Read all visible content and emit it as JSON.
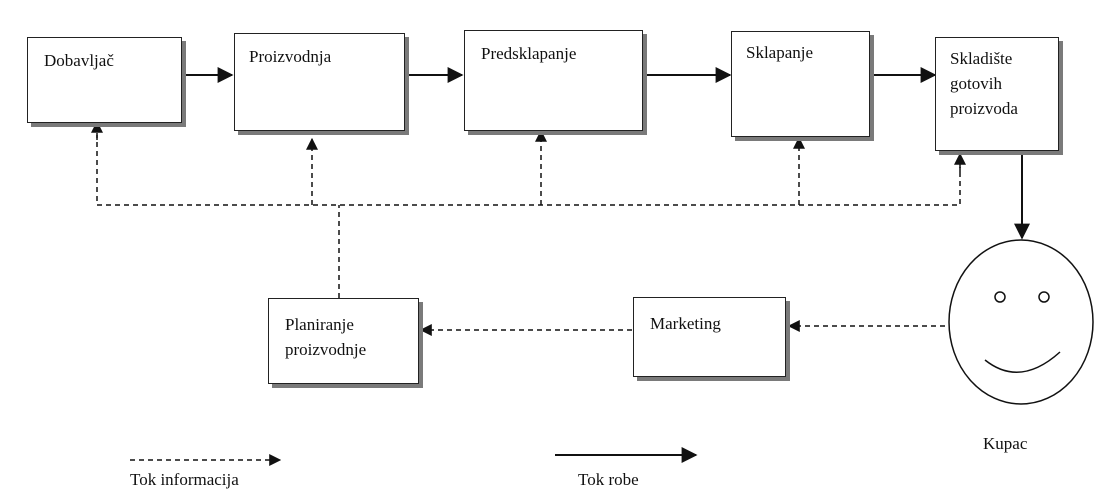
{
  "nodes": {
    "dobavljac": "Dobavljač",
    "proizvodnja": "Proizvodnja",
    "predsklapanje": "Predsklapanje",
    "sklapanje": "Sklapanje",
    "skladiste": "Skladište\ngotovih\nproizvoda",
    "marketing": "Marketing",
    "planiranje": "Planiranje\nproizvodnje",
    "kupac": "Kupac"
  },
  "legend": {
    "info": "Tok informacija",
    "goods": "Tok robe"
  },
  "colors": {
    "line": "#111111",
    "box_border": "#222222",
    "shadow": "#7a7a7a"
  }
}
